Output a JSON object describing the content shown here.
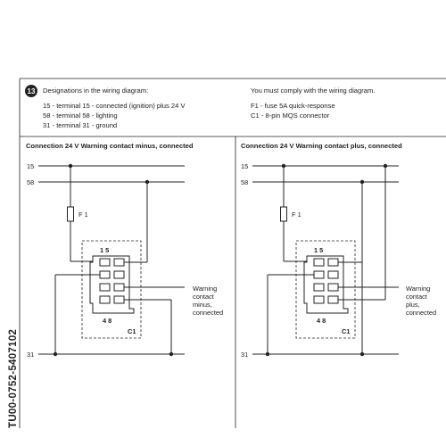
{
  "step": {
    "number": "13"
  },
  "header": {
    "left_title": "Designations in the wiring diagram:",
    "right_title": "You must comply with the wiring diagram.",
    "left_lines": [
      "15 - terminal 15 - connected (ignition) plus 24 V",
      "58 - terminal 58 - lighting",
      "31 - terminal 31 - ground"
    ],
    "right_lines": [
      "F1 - fuse 5A quick-response",
      "C1 - 8-pin MQS connector"
    ]
  },
  "side_code": "TU00-0752-5407102",
  "panels": [
    {
      "title": "Connection 24 V Warning contact minus, connected",
      "terminals": [
        "15",
        "58",
        "31"
      ],
      "fuse": "F 1",
      "pins_top": "1 5",
      "pins_bottom": "4 8",
      "connector": "C1",
      "note": [
        "Warning",
        "contact",
        "minus,",
        "connected"
      ]
    },
    {
      "title": "Connection 24 V Warning contact plus, connected",
      "terminals": [
        "15",
        "58",
        "31"
      ],
      "fuse": "F 1",
      "pins_top": "1 5",
      "pins_bottom": "4 8",
      "connector": "C1",
      "note": [
        "Warning",
        "contact",
        "plus,",
        "connected"
      ]
    }
  ]
}
